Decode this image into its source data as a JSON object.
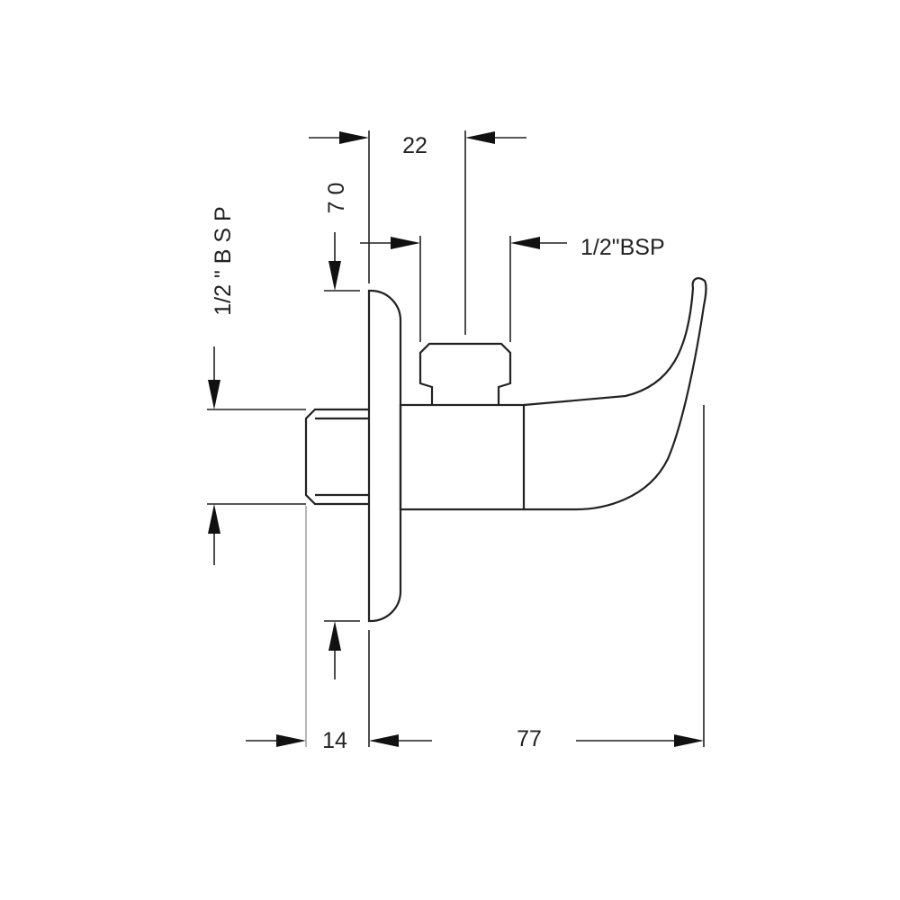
{
  "drawing": {
    "dimensions": {
      "outlet_offset": "22",
      "outlet_thread": "1/2\"BSP",
      "plate_height": "7 0",
      "inlet_thread": "1/2 \" B S P",
      "inlet_length": "14",
      "body_depth": "77"
    }
  }
}
